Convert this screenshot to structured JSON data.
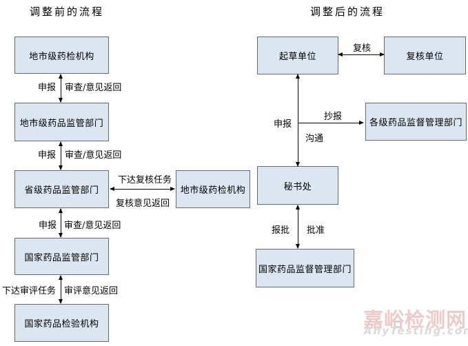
{
  "colors": {
    "box_fill": "#dce6f1",
    "box_border": "#5f6b7a",
    "arrow": "#000000",
    "watermark_cn": "#eccaca",
    "watermark_en": "#d9d9d9"
  },
  "before": {
    "title": "调整前的流程",
    "boxes": {
      "municipal_inspection": "地市级药检机构",
      "municipal_regulator": "地市级药品监管部门",
      "provincial_regulator": "省级药品监管部门",
      "side_municipal_inspection": "地市级药检机构",
      "national_regulator": "国家药品监管部门",
      "national_inspection": "国家药品检验机构"
    },
    "labels": {
      "declare": "申报",
      "review_return": "审查/意见返回",
      "assign_recheck_task": "下达复核任务",
      "recheck_return": "复核意见返回",
      "assign_eval_task": "下达审评任务",
      "eval_return": "审评意见返回"
    }
  },
  "after": {
    "title": "调整后的流程",
    "boxes": {
      "drafting_unit": "起草单位",
      "recheck_unit": "复核单位",
      "all_level_regulators": "各级药品监督管理部门",
      "secretariat": "秘书处",
      "national_admin": "国家药品监督管理部门"
    },
    "labels": {
      "recheck": "复核",
      "declare": "申报",
      "copy_report": "抄报",
      "communicate": "沟通",
      "submit_for_approval": "报批",
      "approve": "批准"
    }
  },
  "watermark": {
    "cn": "嘉峪检测网",
    "en": "AnyTesting.com"
  }
}
